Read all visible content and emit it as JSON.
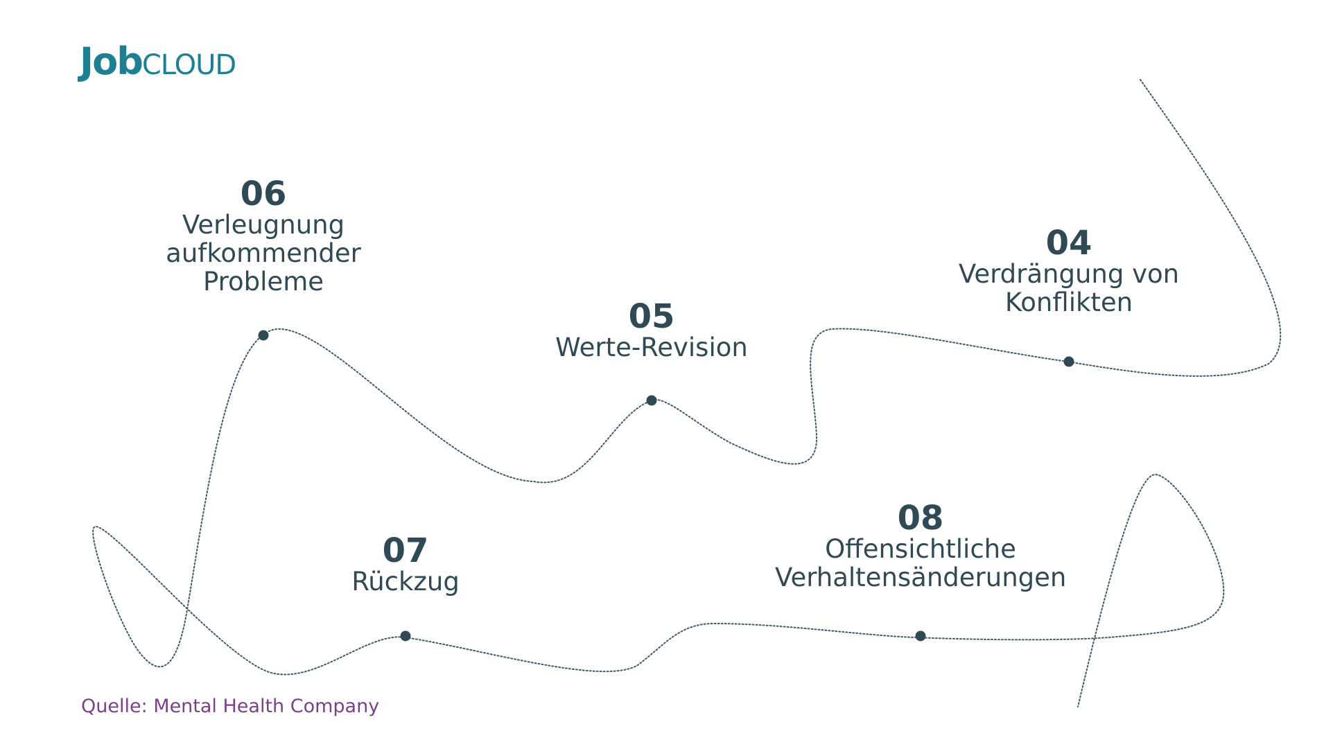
{
  "brand": {
    "logo_bold": "Job",
    "logo_light": "CLOUD",
    "color": "#1d7f94"
  },
  "colors": {
    "text": "#2f4a55",
    "dot": "#2f4a55",
    "path": "#3d5a66",
    "source": "#7c3f8a"
  },
  "steps": [
    {
      "number": "04",
      "label": "Verdrängung von Konflikten"
    },
    {
      "number": "05",
      "label": "Werte-Revision"
    },
    {
      "number": "06",
      "label": "Verleugnung aufkommender Probleme"
    },
    {
      "number": "07",
      "label": "Rückzug"
    },
    {
      "number": "08",
      "label": "Offensichtliche Verhaltensänderungen"
    }
  ],
  "source": "Quelle: Mental Health Company"
}
